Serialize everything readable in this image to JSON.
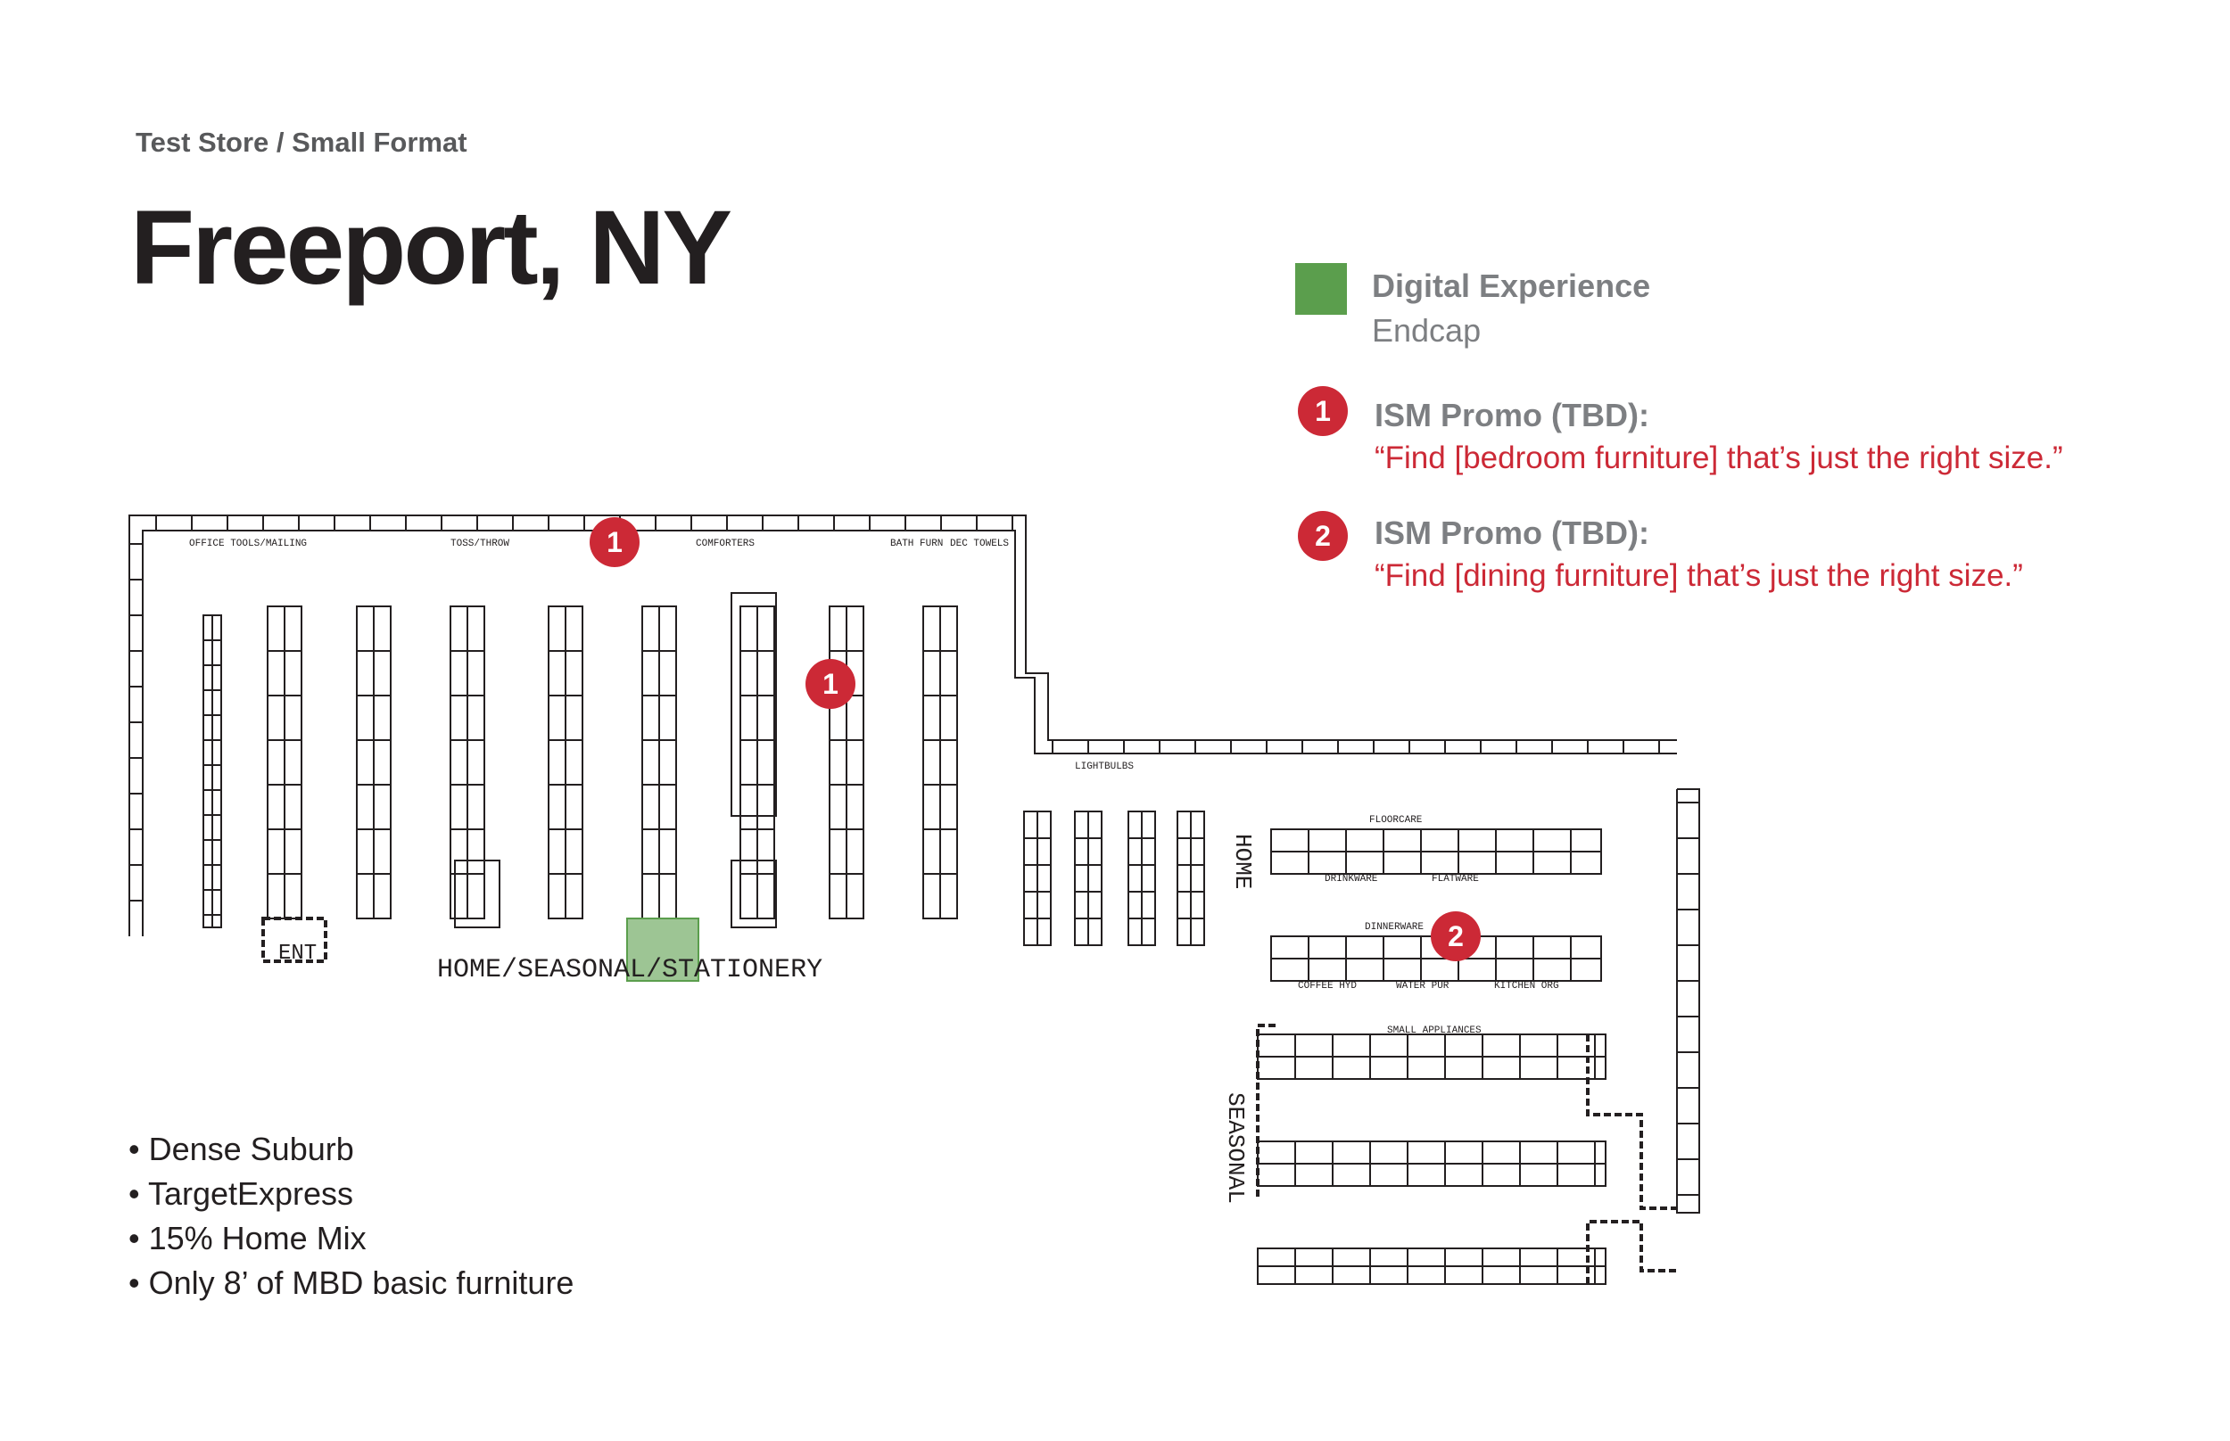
{
  "header": {
    "subtitle": "Test Store / Small Format",
    "title": "Freeport, NY"
  },
  "legend": {
    "swatch_color": "#5b9e4d",
    "title": "Digital Experience",
    "subtitle": "Endcap",
    "promo_color": "#cc2936",
    "promos": [
      {
        "number": "1",
        "heading": "ISM Promo (TBD):",
        "quote": "“Find [bedroom furniture] that’s just the right size.”"
      },
      {
        "number": "2",
        "heading": "ISM Promo (TBD):",
        "quote": "“Find [dining furniture] that’s just the right size.”"
      }
    ]
  },
  "floorplan": {
    "department_label": "HOME/SEASONAL/STATIONERY",
    "seasonal_label": "SEASONAL",
    "entrance_label": "ENT",
    "home_label": "HOME",
    "aisle_labels": [
      "OFFICE TOOLS/MAILING",
      "TOSS/THROW",
      "COMFORTERS",
      "BATH FURN",
      "DEC TOWELS",
      "LIGHTBULBS",
      "FLOORCARE",
      "DINNERWARE",
      "COFFEE HYD",
      "WATER PUR",
      "KITCHEN ORG",
      "SMALL APPLIANCES",
      "FLATWARE",
      "DRINKWARE"
    ],
    "markers": [
      {
        "number": "1"
      },
      {
        "number": "1"
      },
      {
        "number": "2"
      }
    ]
  },
  "bullets": [
    "• Dense Suburb",
    "• TargetExpress",
    "• 15% Home Mix",
    "• Only 8’ of MBD basic furniture"
  ]
}
